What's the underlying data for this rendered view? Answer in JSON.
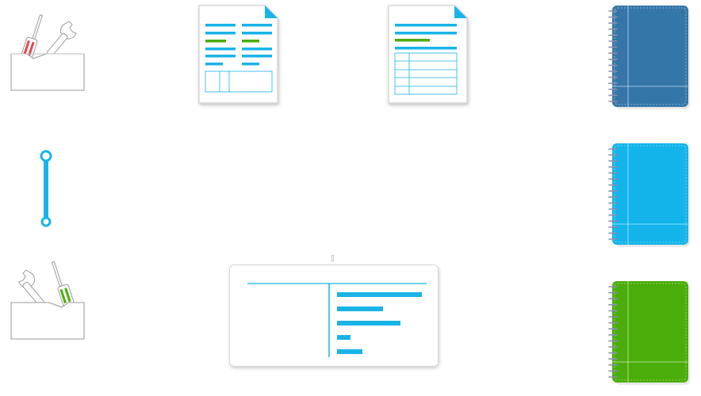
{
  "icons": {
    "toolbox_red": "toolbox-red-screwdriver-icon",
    "toolbox_green": "toolbox-green-screwdriver-icon",
    "wrench": "double-ended-wrench-icon",
    "doc_form": "form-document-icon",
    "doc_table": "table-document-icon",
    "notebook_dark": "notebook-dark-blue-icon",
    "notebook_light": "notebook-light-blue-icon",
    "notebook_green": "notebook-green-icon",
    "bar_card": "horizontal-bar-card-icon"
  },
  "colors": {
    "blue_line": "#1ab3e8",
    "green_line": "#4bab0c",
    "red_accent": "#e8454a",
    "notebook_dark": "#3576a8",
    "notebook_light": "#12b4ea",
    "notebook_green": "#4aad09",
    "grey_outline": "#9a9a9a"
  },
  "bar_card": {
    "bars": [
      1.0,
      0.54,
      0.75,
      0.16,
      0.3
    ]
  }
}
